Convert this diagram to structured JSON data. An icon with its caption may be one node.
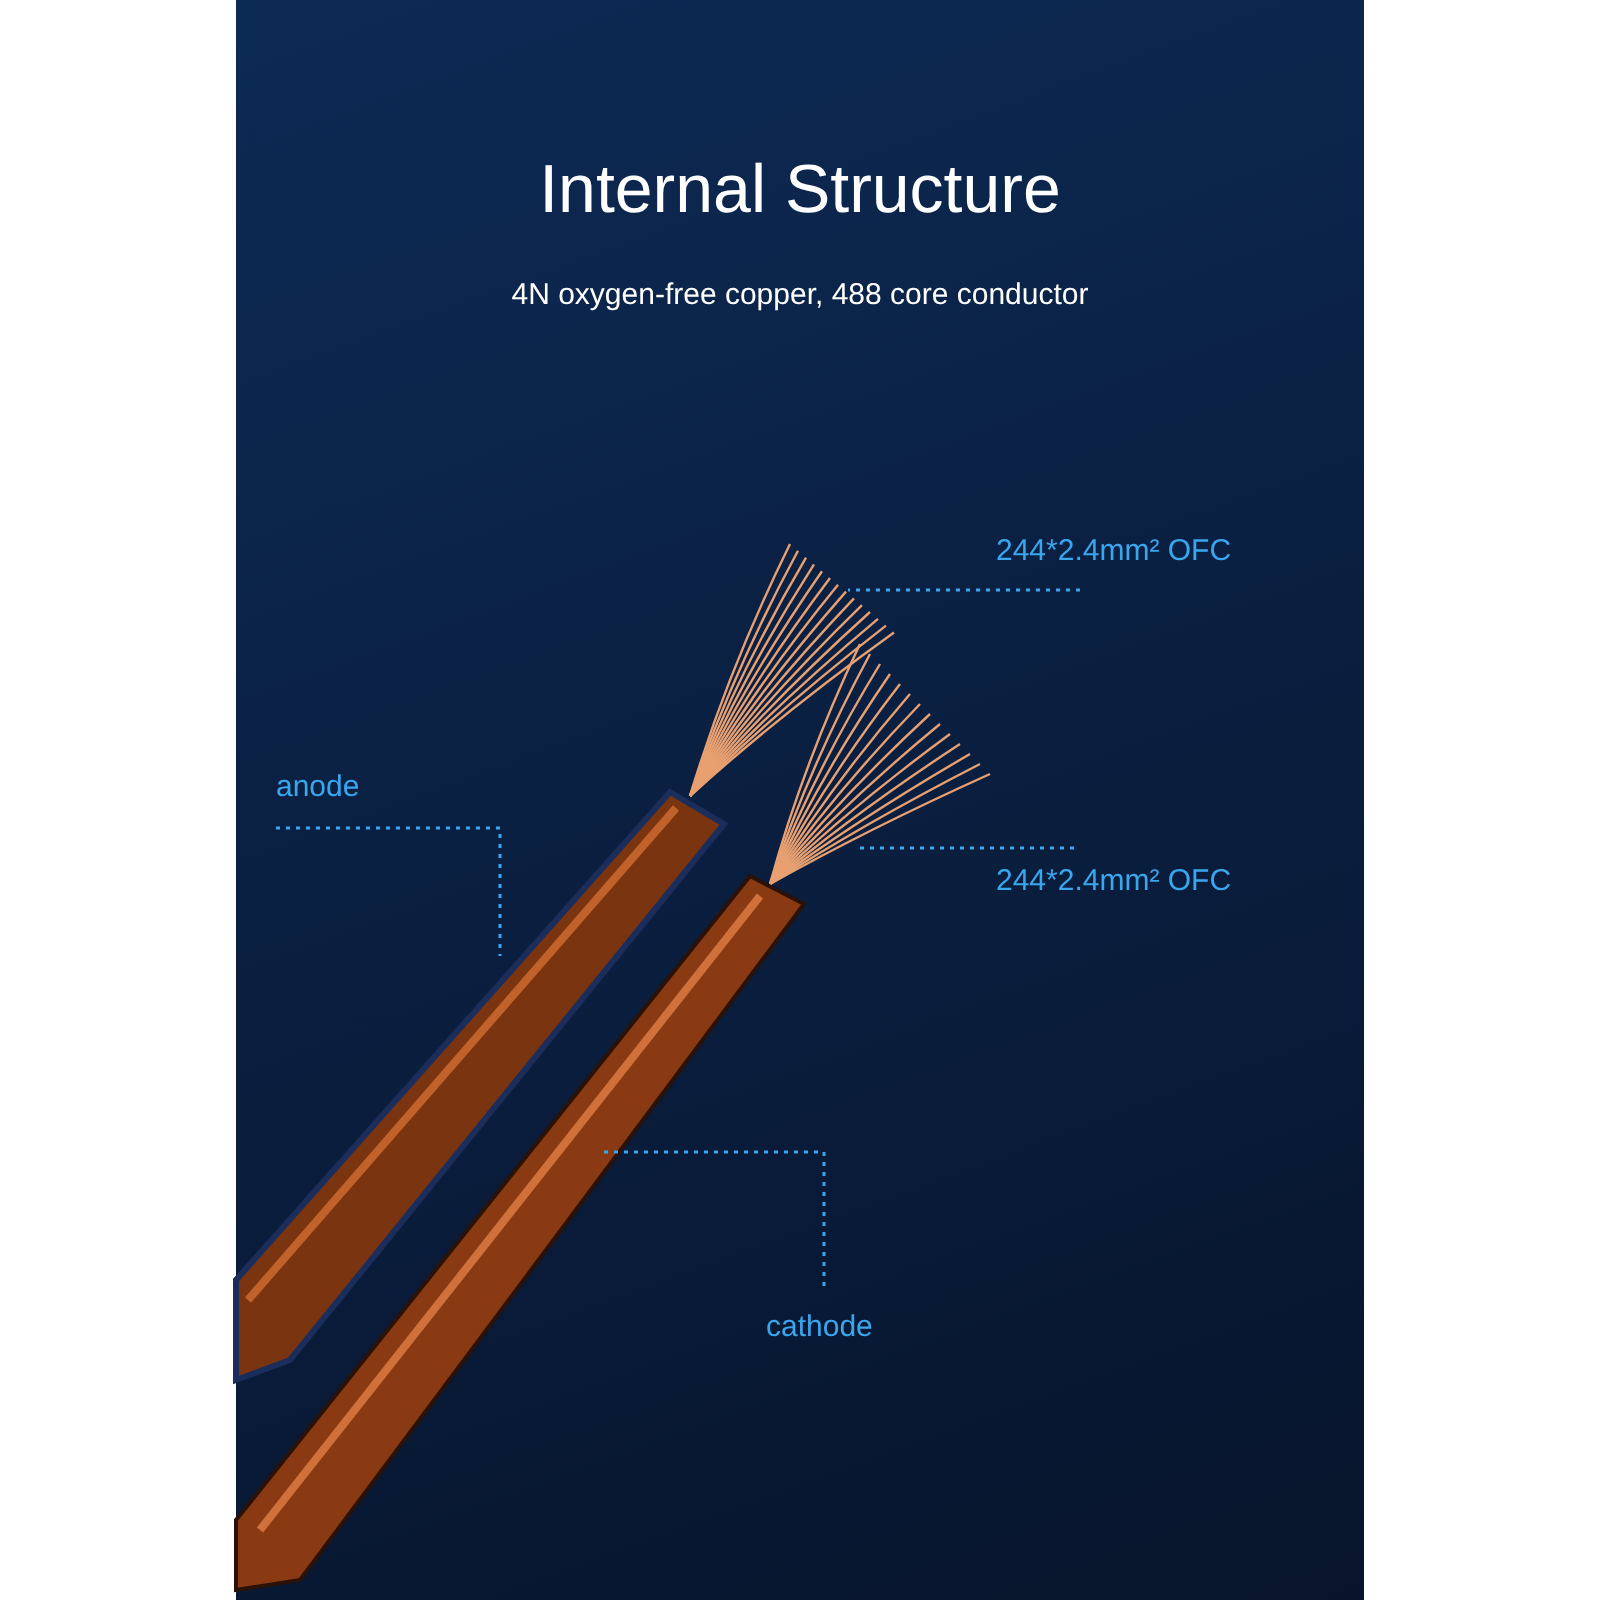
{
  "diagram": {
    "title": "Internal Structure",
    "nodes": [
      {
        "text": [
          "244*2.4mm² OFC"
        ]
      },
      {
        "text": [],
        "shape": "picture"
      },
      {
        "text": [
          "244*2.4mm² OFC"
        ]
      },
      {
        "text": [],
        "shape": "picture"
      },
      {
        "text": [
          "anode"
        ]
      },
      {
        "text": [],
        "shape": "picture"
      },
      {
        "text": [
          "cathode"
        ]
      },
      {
        "text": [],
        "shape": "picture"
      }
    ],
    "edges": [
      {
        "from": 0,
        "to": 1,
        "arrow": "none",
        "style": "dashed"
      },
      {
        "from": 2,
        "to": 3,
        "arrow": "none",
        "style": "dashed"
      },
      {
        "from": 4,
        "to": 5,
        "arrow": "none",
        "style": "dashed"
      },
      {
        "from": 6,
        "to": 7,
        "arrow": "none",
        "style": "dashed"
      }
    ],
    "labels": [
      "4N oxygen-free copper, 488 core conductor"
    ]
  }
}
